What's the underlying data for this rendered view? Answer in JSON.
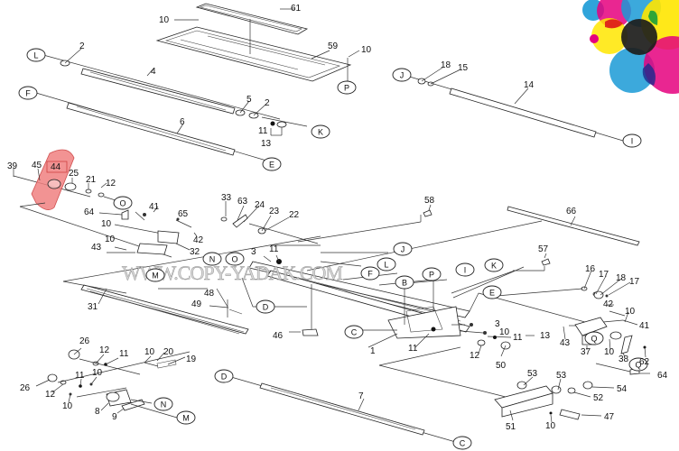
{
  "diagram": {
    "title": "Scanner carriage exploded parts diagram",
    "watermark": "WWW.COPY-YADAK.COM",
    "highlight": {
      "part": "44",
      "color": "#f08080"
    },
    "logo": {
      "name": "cmyk-circles-logo",
      "colors": [
        "#1a9ad6",
        "#e5007e",
        "#ffe600",
        "#1d1d1b",
        "#1b2a8c",
        "#d8001c",
        "#009640"
      ]
    },
    "reference_letters": [
      "L",
      "P",
      "J",
      "K",
      "I",
      "F",
      "E",
      "O",
      "N",
      "M",
      "D",
      "C",
      "B",
      "Q"
    ],
    "part_numbers": [
      "1",
      "2",
      "3",
      "4",
      "5",
      "6",
      "7",
      "8",
      "9",
      "10",
      "11",
      "12",
      "13",
      "14",
      "15",
      "16",
      "17",
      "18",
      "19",
      "20",
      "21",
      "22",
      "23",
      "24",
      "25",
      "26",
      "31",
      "32",
      "33",
      "37",
      "38",
      "39",
      "41",
      "42",
      "43",
      "44",
      "45",
      "46",
      "47",
      "48",
      "49",
      "50",
      "51",
      "52",
      "53",
      "54",
      "57",
      "58",
      "59",
      "61",
      "62",
      "63",
      "64",
      "65",
      "66"
    ],
    "labels": {
      "p61": "61",
      "p10a": "10",
      "p59": "59",
      "p10b": "10",
      "p2a": "2",
      "p4": "4",
      "p5": "5",
      "p2b": "2",
      "p6": "6",
      "p11a": "11",
      "p13a": "13",
      "p18a": "18",
      "p15": "15",
      "p14": "14",
      "p39": "39",
      "p45": "45",
      "p44": "44",
      "p25": "25",
      "p21": "21",
      "p12a": "12",
      "p41a": "41",
      "p65": "65",
      "p64a": "64",
      "p10c": "10",
      "p42a": "42",
      "p10d": "10",
      "p43a": "43",
      "p32": "32",
      "p33": "33",
      "p63": "63",
      "p24": "24",
      "p23": "23",
      "p22": "22",
      "p58": "58",
      "p66": "66",
      "p57": "57",
      "p3a": "3",
      "p11b": "11",
      "p48": "48",
      "p49": "49",
      "p31": "31",
      "p46": "46",
      "p1": "1",
      "p11c": "11",
      "p3b": "3",
      "p10e": "10",
      "p11d": "11",
      "p13b": "13",
      "p12b": "12",
      "p50": "50",
      "p16": "16",
      "p17a": "17",
      "p18b": "18",
      "p17b": "17",
      "p42b": "42",
      "p10f": "10",
      "p41b": "41",
      "p43b": "43",
      "p37": "37",
      "p10g": "10",
      "p38": "38",
      "p62": "62",
      "p64b": "64",
      "p53a": "53",
      "p53b": "53",
      "p54": "54",
      "p52": "52",
      "p51": "51",
      "p10h": "10",
      "p47": "47",
      "p26a": "26",
      "p12c": "12",
      "p11e": "11",
      "p10i": "10",
      "p20": "20",
      "p19": "19",
      "p26b": "26",
      "p12d": "12",
      "p11f": "11",
      "p10j": "10",
      "p10k": "10",
      "p8": "8",
      "p9": "9",
      "p7": "7"
    },
    "refs": {
      "L1": "L",
      "P1": "P",
      "J1": "J",
      "K1": "K",
      "I1": "I",
      "F1": "F",
      "E1": "E",
      "O1": "O",
      "N1": "N",
      "O2": "O",
      "M1": "M",
      "D1": "D",
      "J2": "J",
      "L2": "L",
      "F2": "F",
      "B1": "B",
      "P2": "P",
      "I2": "I",
      "K2": "K",
      "E2": "E",
      "C1": "C",
      "Q1": "Q",
      "Q2": "Q",
      "N2": "N",
      "M2": "M",
      "D2": "D",
      "C2": "C"
    }
  }
}
